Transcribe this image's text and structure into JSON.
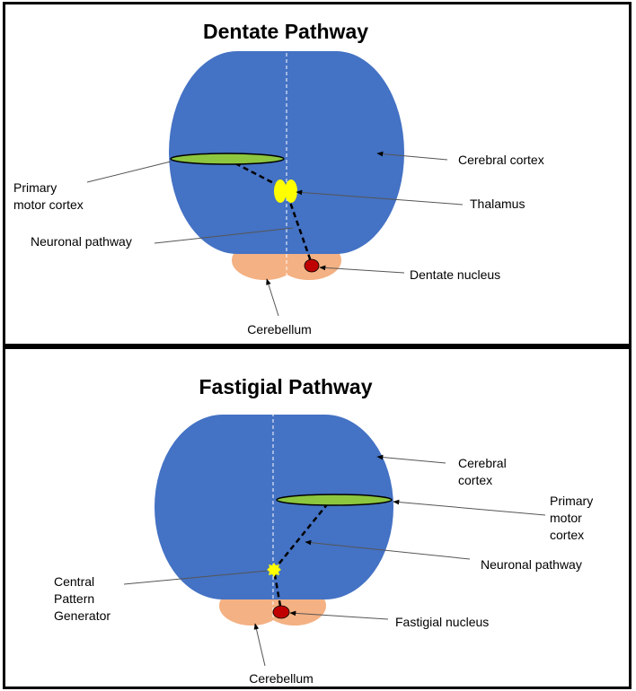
{
  "dentate": {
    "title": "Dentate Pathway",
    "labels": {
      "primary_motor_cortex": [
        "Primary",
        "motor cortex"
      ],
      "neuronal_pathway": "Neuronal pathway",
      "cerebral_cortex": "Cerebral cortex",
      "thalamus": "Thalamus",
      "dentate_nucleus": "Dentate nucleus",
      "cerebellum": "Cerebellum"
    }
  },
  "fastigial": {
    "title": "Fastigial Pathway",
    "labels": {
      "cerebral_cortex": [
        "Cerebral",
        "cortex"
      ],
      "primary_motor_cortex": [
        "Primary",
        "motor",
        "cortex"
      ],
      "neuronal_pathway": "Neuronal pathway",
      "central_pattern_generator": [
        "Central",
        "Pattern",
        "Generator"
      ],
      "fastigial_nucleus": "Fastigial nucleus",
      "cerebellum": "Cerebellum"
    }
  },
  "colors": {
    "cerebrum": "#4472c4",
    "cerebellum": "#f4b183",
    "motor_cortex": "#8dc63f",
    "thalamus": "#ffff00",
    "nucleus": "#c00000"
  }
}
